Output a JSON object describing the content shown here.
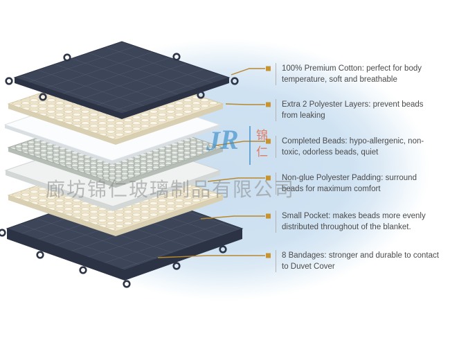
{
  "watermark": {
    "company": "廊坊锦仁玻璃制品有限公司",
    "logo": {
      "letter_j": "J",
      "letter_r": "R",
      "cn_top": "锦",
      "cn_bottom": "仁"
    }
  },
  "callouts": [
    {
      "text": "100% Premium Cotton: perfect for body temperature, soft and breathable",
      "points_to": "top-cover-quilted"
    },
    {
      "text": "Extra 2 Polyester Layers: prevent beads from leaking",
      "points_to": "polyester-dots-top"
    },
    {
      "text": "Completed Beads: hypo-allergenic, non-toxic, odorless beads, quiet",
      "points_to": "beads-layer"
    },
    {
      "text": "Non-glue Polyester Padding: surround beads for maximum comfort",
      "points_to": "padding-layer"
    },
    {
      "text": "Small Pocket: makes beads more evenly distributed throughout of the blanket.",
      "points_to": "bottom-cover-pockets"
    },
    {
      "text": "8  Bandages: stronger and durable to contact to Duvet Cover",
      "points_to": "bandage-loops"
    }
  ],
  "layers": [
    "top-cover-quilted",
    "polyester-dots-top",
    "inner-liner",
    "beads-layer",
    "padding-layer",
    "polyester-dots-bottom",
    "bottom-cover-quilted"
  ],
  "colors": {
    "background_tint": "#cfe2f2",
    "cover_dark": "#3d4658",
    "cover_dark_side": "#2c3344",
    "cream": "#ece3ca",
    "beads": "#cfd5cf",
    "callout_line": "#b8882e",
    "callout_bullet": "#c7942f",
    "logo_blue": "#2f86c4",
    "logo_red": "#e4572e"
  }
}
